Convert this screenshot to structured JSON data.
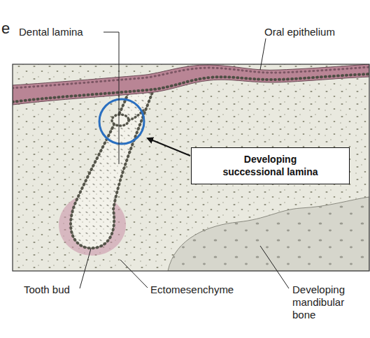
{
  "diagram": {
    "nodes": [
      {
        "text": [
          "Developing successional lamina"
        ]
      }
    ],
    "labels": [
      "e",
      "Dental lamina",
      "Oral epithelium",
      "Tooth bud",
      "Ectomesenchyme",
      "Developing mandibular bone"
    ]
  }
}
